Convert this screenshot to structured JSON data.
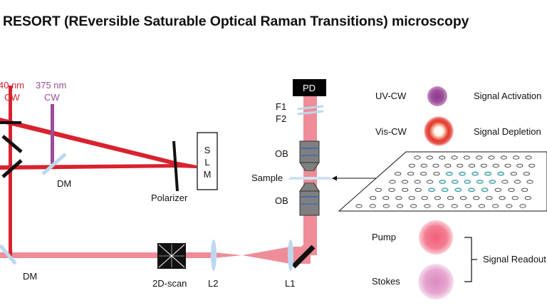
{
  "title": "RESORT (REversible Saturable Optical Raman Transitions) microscopy",
  "colors": {
    "red_beam": "#d8222f",
    "pink_beam": "#ee8d97",
    "violet": "#9a4d98",
    "optic_blue": "#bcd8ee",
    "black": "#111111"
  },
  "labels": {
    "laser_red_wavelength": "40 nm",
    "laser_red_mode": "CW",
    "laser_uv_wavelength": "375 nm",
    "laser_uv_mode": "CW",
    "dm_top": "DM",
    "dm_bottom": "DM",
    "polarizer": "Polarizer",
    "slm_letters": [
      "S",
      "L",
      "M"
    ],
    "scanner": "2D-scan",
    "lens2": "L2",
    "lens1": "L1",
    "pd": "PD",
    "filter1": "F1",
    "filter2": "F2",
    "objective_top": "OB",
    "sample": "Sample",
    "objective_bottom": "OB"
  },
  "legend": {
    "uv_cw": "UV-CW",
    "signal_activation": "Signal Activation",
    "vis_cw": "Vis-CW",
    "signal_depletion": "Signal Depletion",
    "pump": "Pump",
    "stokes": "Stokes",
    "signal_readout": "Signal Readout"
  }
}
